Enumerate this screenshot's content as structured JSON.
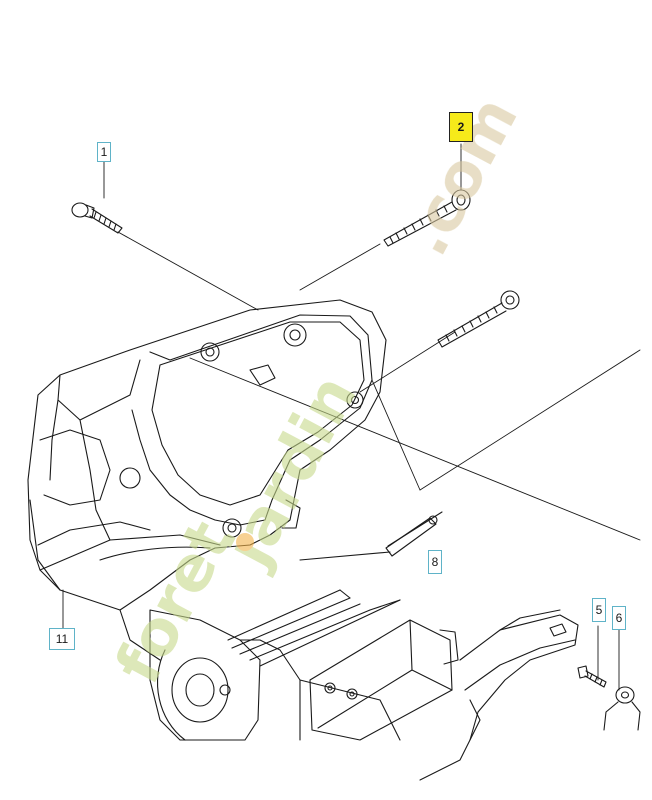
{
  "callouts": {
    "c1": "1",
    "c2": "2",
    "c5": "5",
    "c6": "6",
    "c8": "8",
    "c11": "11"
  },
  "watermark": {
    "part1": "foret",
    "part2": "jardin",
    "part3": ".com"
  },
  "colors": {
    "line": "#1a1a1a",
    "highlight": "#f6ea1a",
    "callout_border": "#5fb3c8",
    "watermark_green": "#c7d98a",
    "watermark_orange": "#f2b24a",
    "watermark_beige": "#d9c9a0"
  }
}
